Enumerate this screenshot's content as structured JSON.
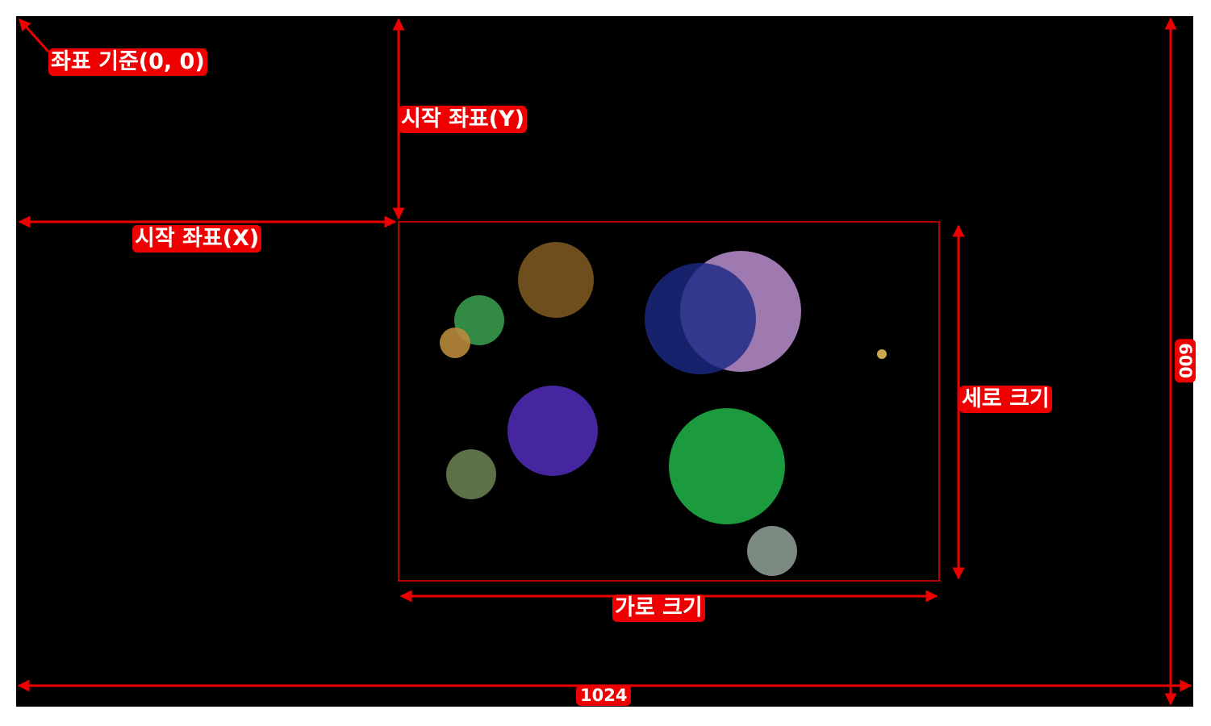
{
  "labels": {
    "origin": "좌표 기준(0, 0)",
    "start_x": "시작 좌표(X)",
    "start_y": "시작 좌표(Y)",
    "width": "가로 크기",
    "height": "세로 크기",
    "total_width": "1024",
    "total_height": "600"
  },
  "colors": {
    "screen_background": "#000000",
    "annotation": "#ee0000",
    "label_text": "#ffffff"
  },
  "circles": [
    {
      "name": "brown",
      "color": "#6e4e1c"
    },
    {
      "name": "green-small",
      "color": "#338a45"
    },
    {
      "name": "orange",
      "color": "#b88a3a"
    },
    {
      "name": "pink",
      "color": "#9e7ab0"
    },
    {
      "name": "navy",
      "color": "#1c2a85"
    },
    {
      "name": "yellow-dot",
      "color": "#c9a850"
    },
    {
      "name": "purple",
      "color": "#45269e"
    },
    {
      "name": "olive",
      "color": "#5d7148"
    },
    {
      "name": "green-large",
      "color": "#1c9a3e"
    },
    {
      "name": "gray",
      "color": "#7a8a80"
    }
  ]
}
